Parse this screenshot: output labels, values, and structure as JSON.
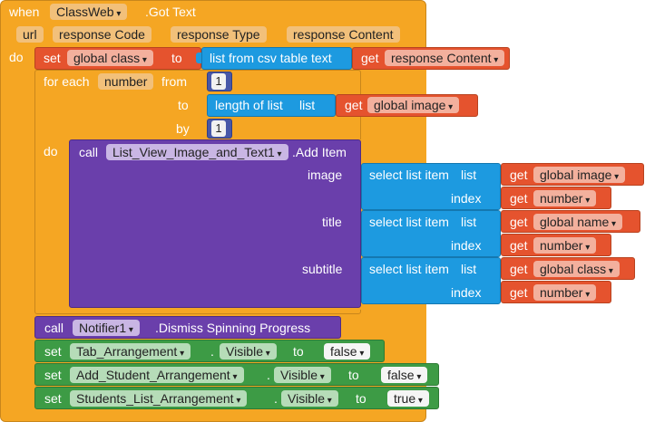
{
  "event": {
    "when": "when",
    "component": "ClassWeb",
    "name": ".Got Text",
    "do": "do",
    "params": [
      "url",
      "response Code",
      "response Type",
      "response Content"
    ]
  },
  "set_global": {
    "set": "set",
    "var": "global class",
    "to": "to",
    "list_from_csv": "list from csv table text",
    "get": "get",
    "get_var": "response Content"
  },
  "foreach": {
    "label": "for each",
    "var": "number",
    "from": "from",
    "from_val": "1",
    "to": "to",
    "length_of_list": "length of list",
    "list": "list",
    "get": "get",
    "get_var": "global image",
    "by": "by",
    "by_val": "1",
    "do": "do"
  },
  "call_add": {
    "call": "call",
    "component": "List_View_Image_and_Text1",
    "method": ".Add Item",
    "rows": [
      {
        "label": "image",
        "select": "select list item",
        "list": "list",
        "get": "get",
        "list_var": "global image",
        "index": "index",
        "index_var": "number"
      },
      {
        "label": "title",
        "select": "select list item",
        "list": "list",
        "get": "get",
        "list_var": "global name",
        "index": "index",
        "index_var": "number"
      },
      {
        "label": "subtitle",
        "select": "select list item",
        "list": "list",
        "get": "get",
        "list_var": "global class",
        "index": "index",
        "index_var": "number"
      }
    ]
  },
  "call_notifier": {
    "call": "call",
    "component": "Notifier1",
    "method": ".Dismiss Spinning Progress"
  },
  "set_blocks": [
    {
      "set": "set",
      "component": "Tab_Arrangement",
      "prop": "Visible",
      "to": "to",
      "value": "false"
    },
    {
      "set": "set",
      "component": "Add_Student_Arrangement",
      "prop": "Visible",
      "to": "to",
      "value": "false"
    },
    {
      "set": "set",
      "component": "Students_List_Arrangement",
      "prop": "Visible",
      "to": "to",
      "value": "true"
    }
  ],
  "dot": "."
}
